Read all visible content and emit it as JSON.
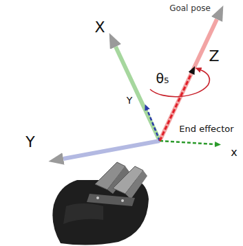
{
  "diagram": {
    "labels": [
      "Goal pose",
      "X",
      "Z",
      "θ₅",
      "Y",
      "End effector",
      "Y",
      "x"
    ]
  }
}
